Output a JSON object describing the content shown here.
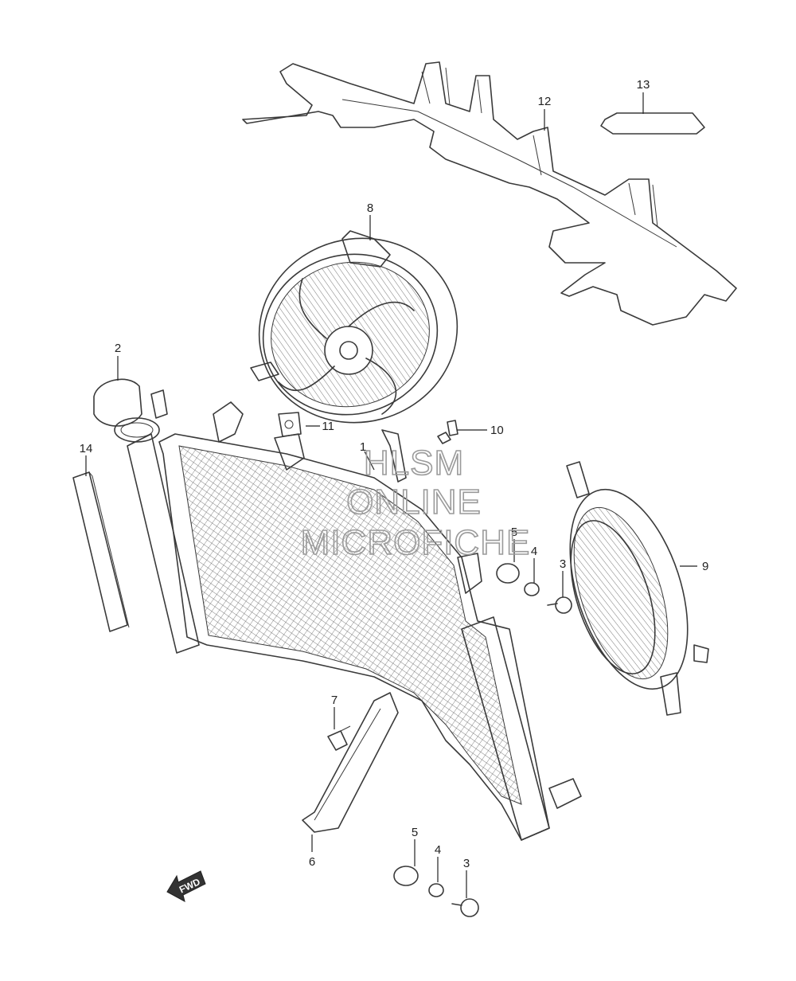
{
  "callouts": {
    "c1": "1",
    "c2": "2",
    "c3a": "3",
    "c3b": "3",
    "c4a": "4",
    "c4b": "4",
    "c5a": "5",
    "c5b": "5",
    "c6": "6",
    "c7": "7",
    "c8": "8",
    "c9": "9",
    "c10": "10",
    "c11": "11",
    "c12": "12",
    "c13": "13",
    "c14": "14"
  },
  "watermark": {
    "line1": "HLSM",
    "line2": "ONLINE",
    "line3": "MICROFICHE"
  },
  "fwd_label": "FWD"
}
